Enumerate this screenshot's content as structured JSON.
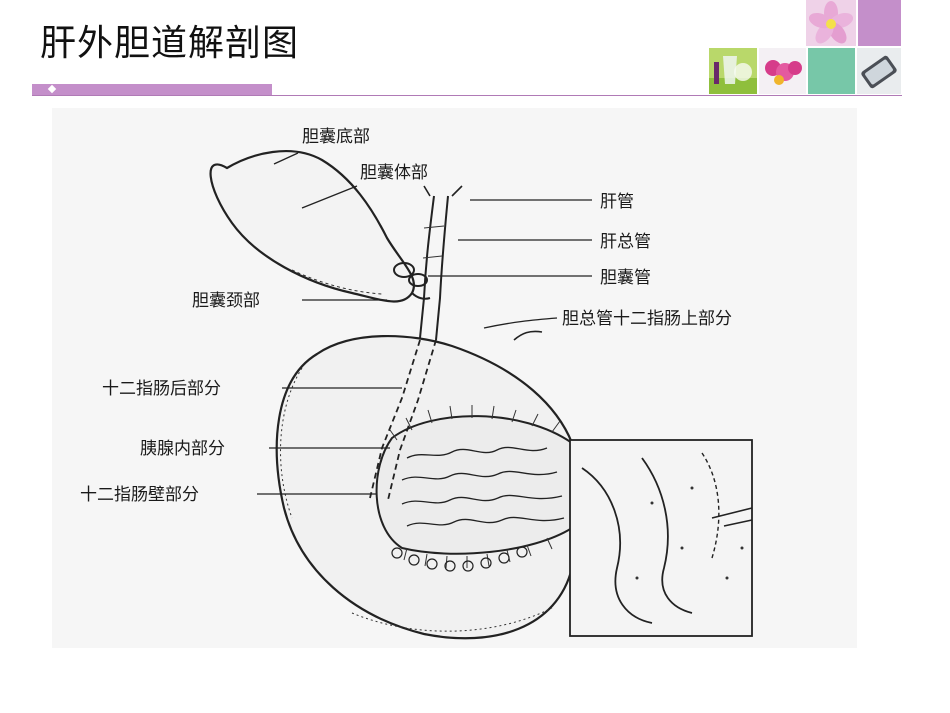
{
  "slide": {
    "title": "肝外胆道解剖图"
  },
  "decor": {
    "accent_color": "#c48fca",
    "tiles": [
      {
        "name": "flower-tile",
        "icon": "flower-icon"
      },
      {
        "name": "lavender-tile",
        "icon": ""
      },
      {
        "name": "glass-tile",
        "icon": "glassware-icon"
      },
      {
        "name": "toy-tile",
        "icon": "toy-icon"
      },
      {
        "name": "mint-tile",
        "icon": ""
      },
      {
        "name": "compact-tile",
        "icon": "compact-mirror-icon"
      }
    ]
  },
  "diagram": {
    "labels": {
      "gallbladder_fundus": "胆囊底部",
      "gallbladder_body": "胆囊体部",
      "hepatic_duct": "肝管",
      "common_hepatic_duct": "肝总管",
      "cystic_duct": "胆囊管",
      "gallbladder_neck": "胆囊颈部",
      "supraduodenal_part": "胆总管十二指肠上部分",
      "retroduodenal_part": "十二指肠后部分",
      "pancreatic_part": "胰腺内部分",
      "intramural_part": "十二指肠壁部分"
    }
  }
}
